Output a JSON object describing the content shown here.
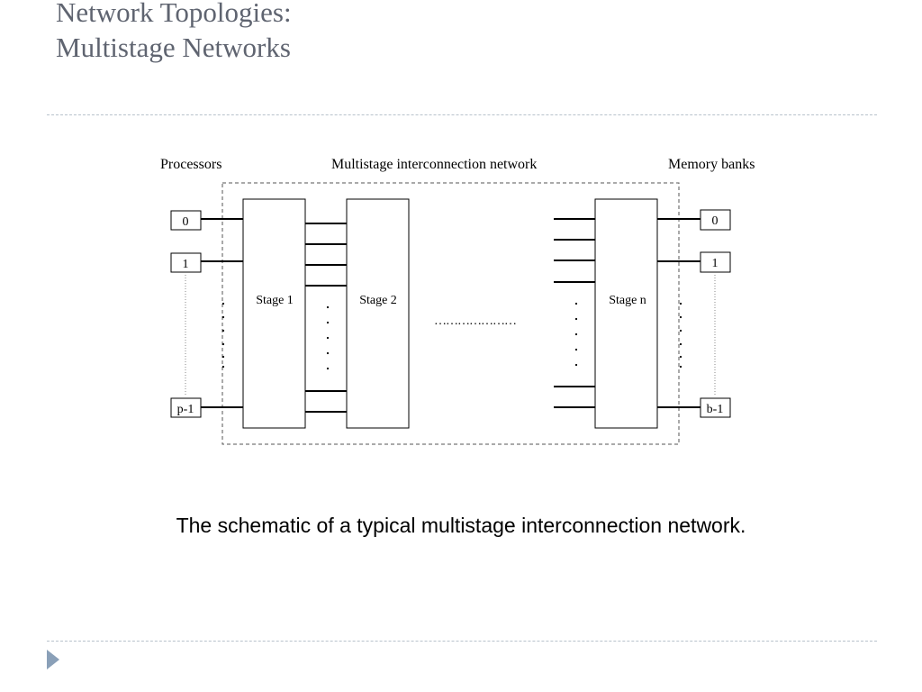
{
  "slide": {
    "title_line1": "Network Topologies:",
    "title_line2": "Multistage Networks",
    "caption": "The schematic of a typical multistage interconnection network."
  },
  "diagram": {
    "processors_label": "Processors",
    "network_label": "Multistage interconnection network",
    "memory_label": "Memory banks",
    "processors": [
      "0",
      "1",
      "p-1"
    ],
    "memory_banks": [
      "0",
      "1",
      "b-1"
    ],
    "stages": [
      "Stage 1",
      "Stage 2",
      "Stage n"
    ],
    "ellipsis": "…………………"
  }
}
